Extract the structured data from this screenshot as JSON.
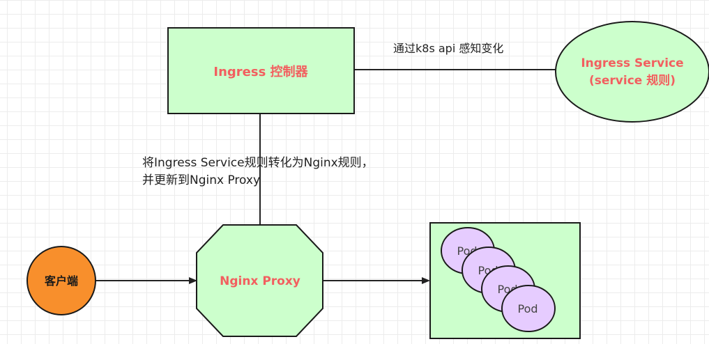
{
  "nodes": {
    "ingress_controller": {
      "label": "Ingress 控制器"
    },
    "ingress_service": {
      "line1": "Ingress Service",
      "line2": "(service 规则)"
    },
    "client": {
      "label": "客户端"
    },
    "nginx_proxy": {
      "label": "Nginx Proxy"
    },
    "pods": [
      "Pod",
      "Pod",
      "Pod",
      "Pod"
    ]
  },
  "edges": {
    "watch_label": "通过k8s api 感知变化",
    "convert_line1": "将Ingress Service规则转化为Nginx规则，",
    "convert_line2": "并更新到Nginx Proxy"
  },
  "colors": {
    "node_fill": "#ccffcc",
    "client_fill": "#f88f2c",
    "pod_fill": "#e6ccff",
    "label_accent": "#f25f5f"
  }
}
